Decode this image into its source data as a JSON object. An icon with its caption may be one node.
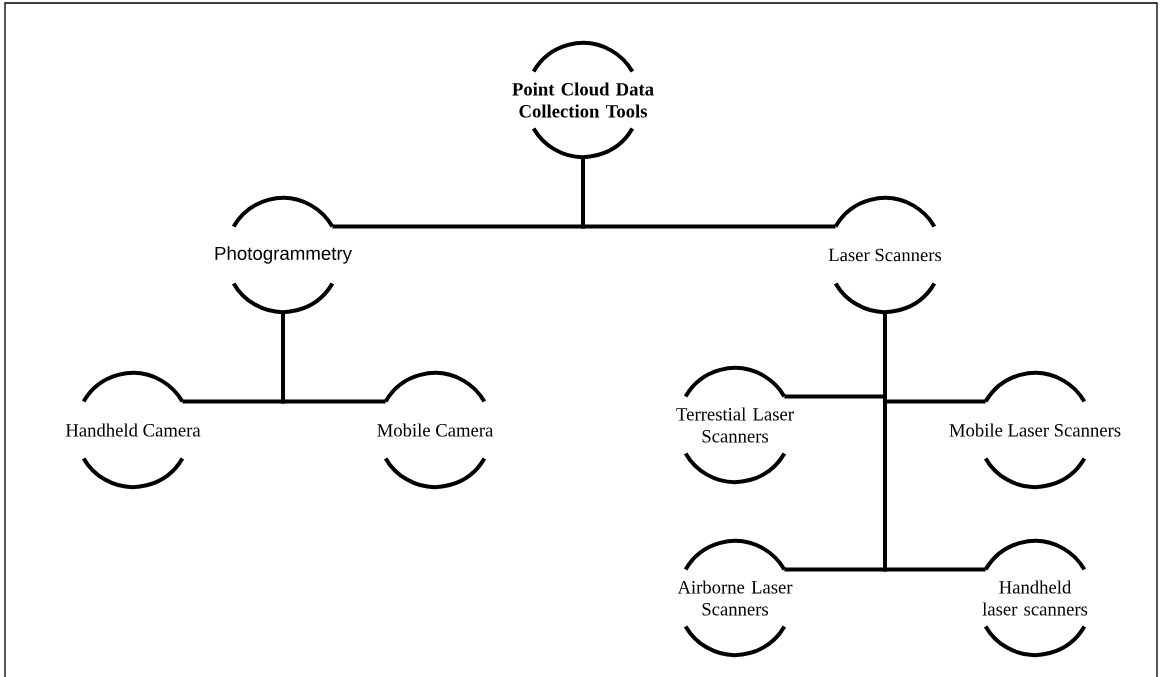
{
  "diagram": {
    "nodes": [
      {
        "text": [
          "Point Cloud Data Collection Tools"
        ]
      },
      {
        "text": [
          "Photogrammetry"
        ]
      },
      {
        "text": [
          "Laser Scanners"
        ]
      },
      {
        "text": [
          "Handheld Camera"
        ]
      },
      {
        "text": [
          "Mobile Camera"
        ]
      },
      {
        "text": [
          "Terrestial Laser Scanners"
        ]
      },
      {
        "text": [
          "Mobile Laser Scanners"
        ]
      },
      {
        "text": [
          "Airborne Laser Scanners"
        ]
      },
      {
        "text": [
          "Handheld laser scanners"
        ]
      }
    ],
    "edges": [
      {
        "from": 0,
        "to": 1,
        "arrow": "none"
      },
      {
        "from": 0,
        "to": 2,
        "arrow": "none"
      },
      {
        "from": 1,
        "to": 3,
        "arrow": "none"
      },
      {
        "from": 1,
        "to": 4,
        "arrow": "none"
      },
      {
        "from": 2,
        "to": 5,
        "arrow": "none"
      },
      {
        "from": 2,
        "to": 6,
        "arrow": "none"
      },
      {
        "from": 2,
        "to": 7,
        "arrow": "none"
      },
      {
        "from": 2,
        "to": 8,
        "arrow": "none"
      }
    ]
  }
}
